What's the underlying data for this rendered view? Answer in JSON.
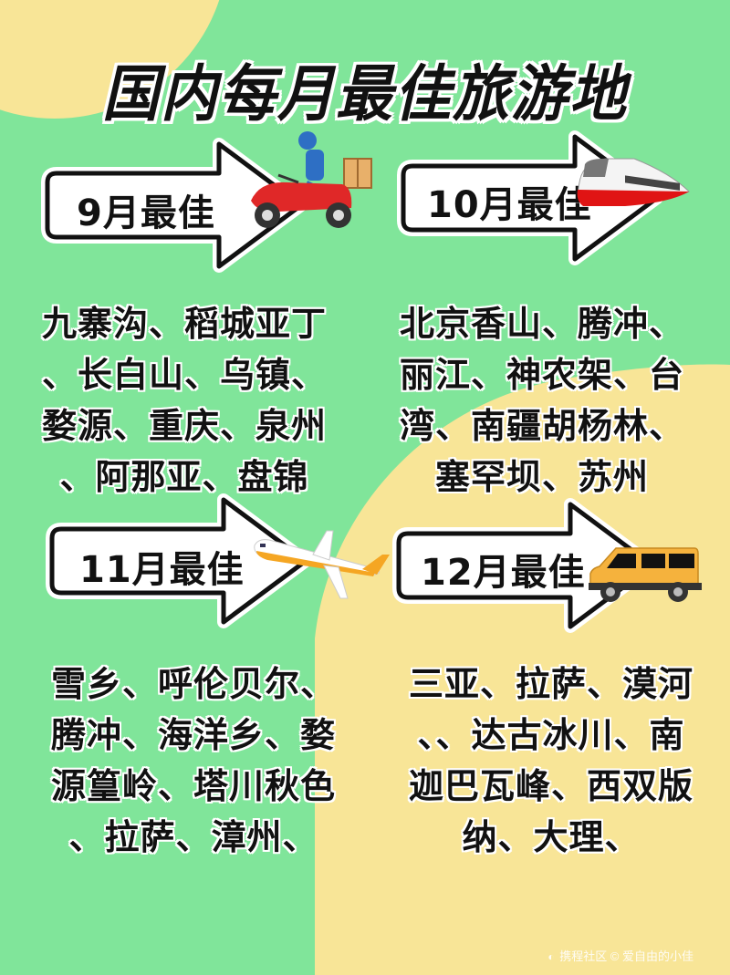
{
  "title": "国内每月最佳旅游地",
  "colors": {
    "background_green": "#80e59a",
    "background_yellow": "#f8e597",
    "text": "#111111",
    "outline": "#ffffff"
  },
  "months": [
    {
      "label": "9月最佳",
      "vehicle_icon": "scooter-delivery-icon",
      "destinations_lines": [
        "九寨沟、稻城亚丁",
        "、长白山、乌镇、",
        "婺源、重庆、泉州",
        "、阿那亚、盘锦"
      ]
    },
    {
      "label": "10月最佳",
      "vehicle_icon": "high-speed-train-icon",
      "destinations_lines": [
        "北京香山、腾冲、",
        "丽江、神农架、台",
        "湾、南疆胡杨林、",
        "塞罕坝、苏州"
      ]
    },
    {
      "label": "11月最佳",
      "vehicle_icon": "airplane-icon",
      "destinations_lines": [
        "雪乡、呼伦贝尔、",
        "腾冲、海洋乡、婺",
        "源篁岭、塔川秋色",
        "、拉萨、漳州、"
      ]
    },
    {
      "label": "12月最佳",
      "vehicle_icon": "van-icon",
      "destinations_lines": [
        "三亚、拉萨、漠河",
        "、、达古冰川、南",
        "迦巴瓦峰、西双版",
        "纳、大理、"
      ]
    }
  ],
  "watermark": {
    "icon": "ctrip-logo-icon",
    "text": "携程社区 © 爱自由的小佳"
  }
}
